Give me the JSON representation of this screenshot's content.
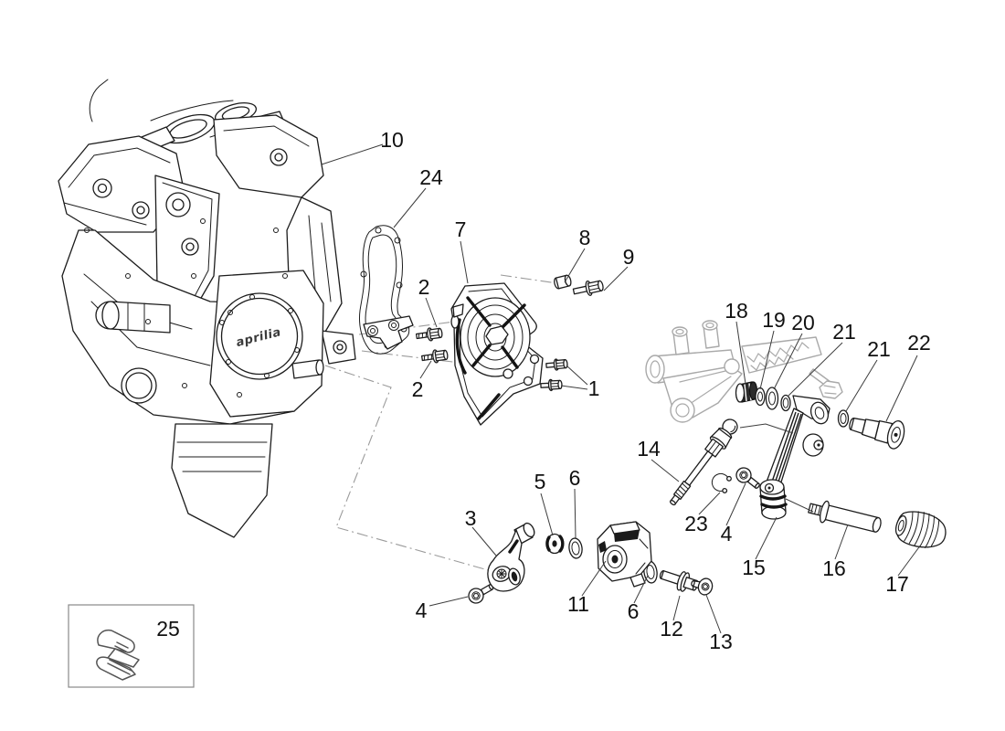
{
  "diagram": {
    "engine_logo": "aprilia",
    "colors": {
      "background": "#ffffff",
      "line": "#1c1c1c",
      "ghost_part": "#a9a9a9",
      "leader_line": "#3c3c3c",
      "dash_line": "#9b9b9b",
      "label_text": "#111111"
    },
    "callouts": {
      "c1": "1",
      "c2a": "2",
      "c2b": "2",
      "c3": "3",
      "c4a": "4",
      "c4b": "4",
      "c5": "5",
      "c6a": "6",
      "c6b": "6",
      "c7": "7",
      "c8": "8",
      "c9": "9",
      "c10": "10",
      "c11": "11",
      "c12": "12",
      "c13": "13",
      "c14": "14",
      "c15": "15",
      "c16": "16",
      "c17": "17",
      "c18": "18",
      "c19": "19",
      "c20": "20",
      "c21a": "21",
      "c21b": "21",
      "c22": "22",
      "c23": "23",
      "c24": "24",
      "c25": "25"
    }
  }
}
